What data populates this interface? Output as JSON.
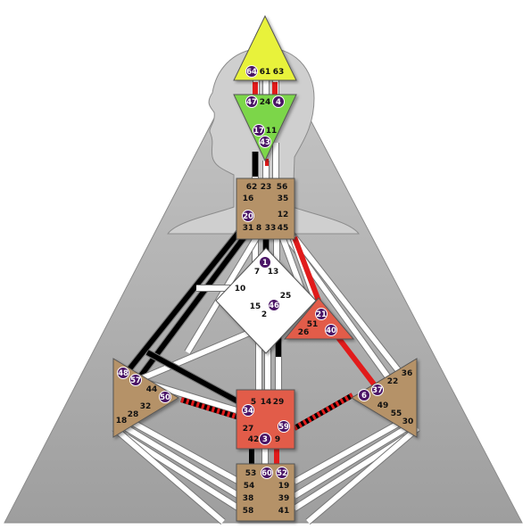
{
  "chart_data": {
    "type": "diagram",
    "centers": [
      {
        "id": "head",
        "shape": "triangle-up",
        "color": "#e8f23a",
        "gates": [
          "64",
          "61",
          "63"
        ]
      },
      {
        "id": "ajna",
        "shape": "triangle-down",
        "color": "#7bd64a",
        "gates": [
          "47",
          "24",
          "4",
          "17",
          "11",
          "43"
        ]
      },
      {
        "id": "throat",
        "shape": "square",
        "color": "#b59268",
        "gates": [
          "62",
          "23",
          "56",
          "16",
          "35",
          "20",
          "12",
          "31",
          "8",
          "33",
          "45"
        ]
      },
      {
        "id": "g",
        "shape": "diamond",
        "color": "#ffffff",
        "gates": [
          "1",
          "7",
          "13",
          "10",
          "25",
          "15",
          "46",
          "2"
        ]
      },
      {
        "id": "heart",
        "shape": "triangle",
        "color": "#e25b4a",
        "gates": [
          "21",
          "51",
          "26",
          "40"
        ]
      },
      {
        "id": "spleen",
        "shape": "triangle-right",
        "color": "#b59268",
        "gates": [
          "48",
          "57",
          "44",
          "50",
          "32",
          "28",
          "18"
        ]
      },
      {
        "id": "solar-plexus",
        "shape": "triangle-left",
        "color": "#b59268",
        "gates": [
          "36",
          "22",
          "37",
          "6",
          "49",
          "55",
          "30"
        ]
      },
      {
        "id": "sacral",
        "shape": "square",
        "color": "#e25b4a",
        "gates": [
          "5",
          "14",
          "29",
          "34",
          "59",
          "27",
          "42",
          "3",
          "9"
        ]
      },
      {
        "id": "root",
        "shape": "square",
        "color": "#b59268",
        "gates": [
          "53",
          "60",
          "52",
          "54",
          "19",
          "38",
          "39",
          "58",
          "41"
        ]
      }
    ],
    "activated_gates": [
      "64",
      "47",
      "4",
      "17",
      "43",
      "20",
      "1",
      "46",
      "21",
      "40",
      "48",
      "57",
      "50",
      "6",
      "37",
      "34",
      "59",
      "3",
      "60",
      "52"
    ],
    "colors": {
      "design": "#e11b1b",
      "personality": "#000000",
      "open": "#ffffff",
      "badge": "#4a1466",
      "field": "#b3b3b3"
    }
  }
}
